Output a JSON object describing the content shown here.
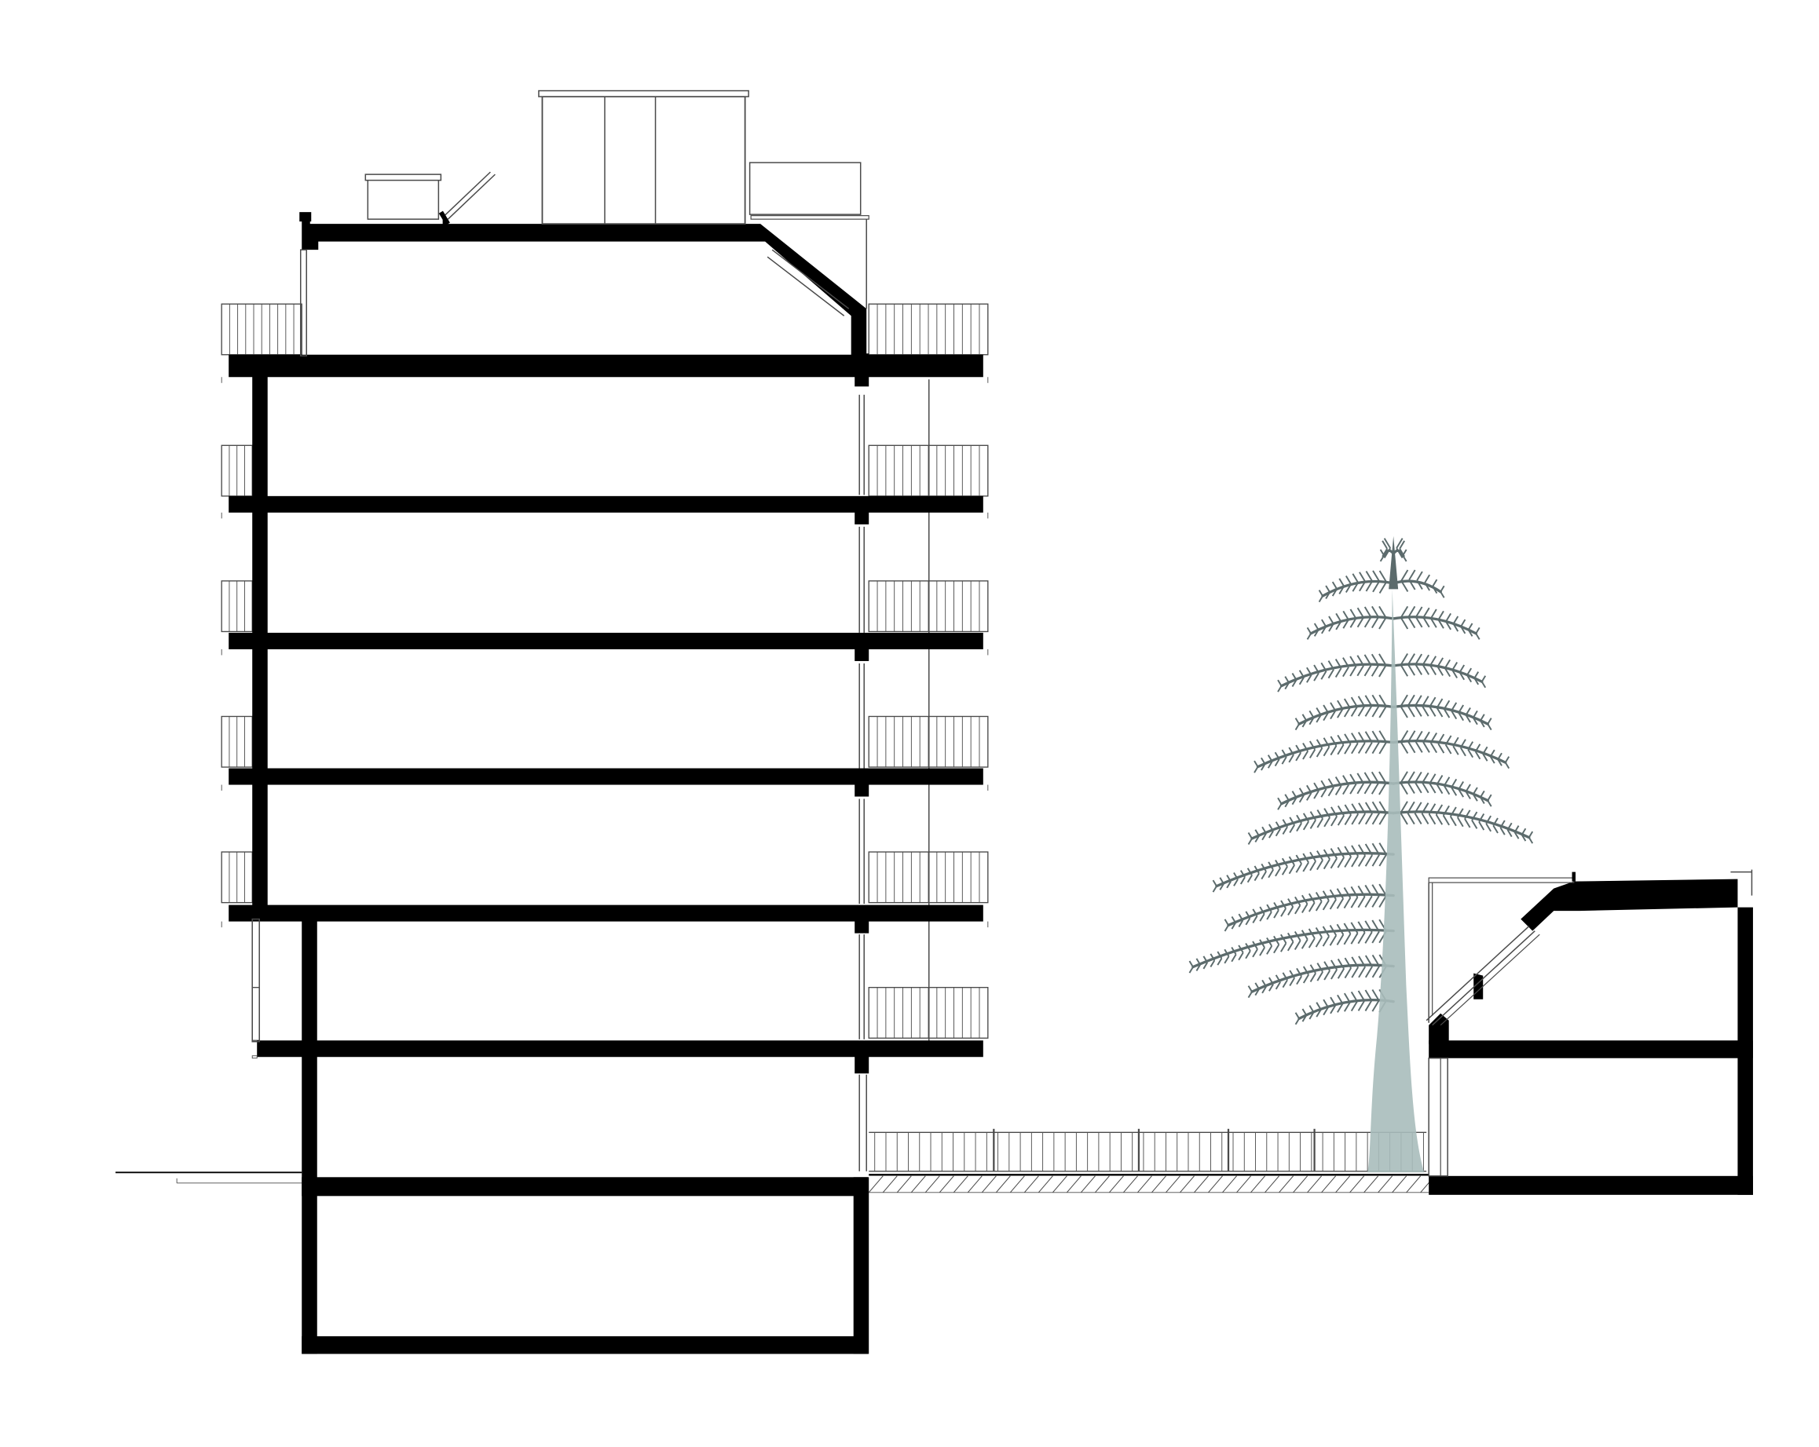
{
  "drawing": {
    "type": "building-section",
    "colors": {
      "background": "#ffffff",
      "cut": "#000000",
      "line": "#4a4a4a",
      "tree_foliage": "#5c6b6c",
      "tree_trunk": "#a9bcbb"
    },
    "main_building": {
      "levels_above_ground": 7,
      "levels_below_ground": 1,
      "rooftop_structure": "stair-pavilion"
    },
    "courtyard": {
      "elements": [
        "railing",
        "ground-hatch",
        "tree"
      ],
      "tree_icon": "conifer-tree-icon"
    },
    "annex_building": {
      "levels": 2,
      "roof": "sloped-skylight"
    }
  }
}
